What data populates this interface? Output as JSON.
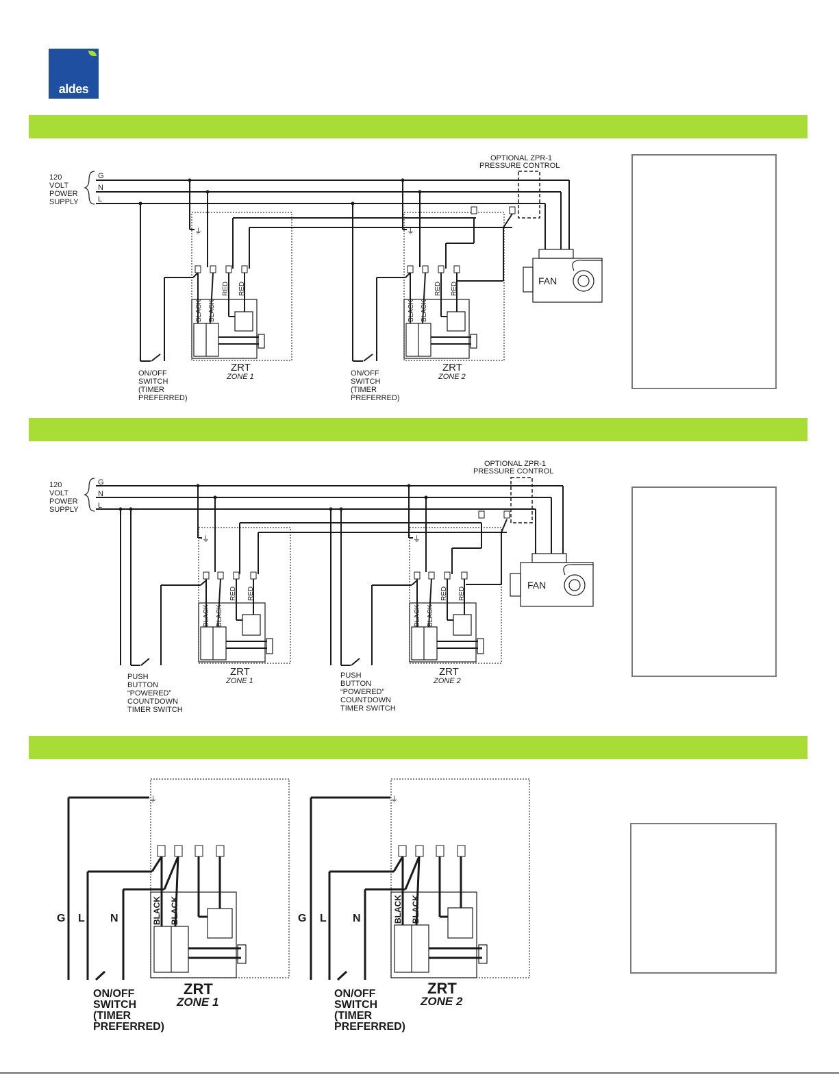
{
  "brand": {
    "logo_text": "aldes"
  },
  "diagram1": {
    "supply_label": [
      "120",
      "VOLT",
      "POWER",
      "SUPPLY"
    ],
    "lines": [
      "G",
      "N",
      "L"
    ],
    "optional_control": [
      "OPTIONAL ZPR-1",
      "PRESSURE CONTROL"
    ],
    "fan_label": "FAN",
    "zones": [
      {
        "title": "ZRT",
        "zone": "ZONE 1",
        "switch": [
          "ON/OFF",
          "SWITCH",
          "(TIMER",
          "PREFERRED)"
        ],
        "wires": [
          "BLACK",
          "BLACK",
          "RED",
          "RED"
        ]
      },
      {
        "title": "ZRT",
        "zone": "ZONE 2",
        "switch": [
          "ON/OFF",
          "SWITCH",
          "(TIMER",
          "PREFERRED)"
        ],
        "wires": [
          "BLACK",
          "BLACK",
          "RED",
          "RED"
        ]
      }
    ]
  },
  "diagram2": {
    "supply_label": [
      "120",
      "VOLT",
      "POWER",
      "SUPPLY"
    ],
    "lines": [
      "G",
      "N",
      "L"
    ],
    "optional_control": [
      "OPTIONAL ZPR-1",
      "PRESSURE CONTROL"
    ],
    "fan_label": "FAN",
    "zones": [
      {
        "title": "ZRT",
        "zone": "ZONE 1",
        "switch": [
          "PUSH",
          "BUTTON",
          "“POWERED”",
          "COUNTDOWN",
          "TIMER SWITCH"
        ],
        "wires": [
          "BLACK",
          "BLACK",
          "RED",
          "RED"
        ]
      },
      {
        "title": "ZRT",
        "zone": "ZONE 2",
        "switch": [
          "PUSH",
          "BUTTON",
          "“POWERED”",
          "COUNTDOWN",
          "TIMER SWITCH"
        ],
        "wires": [
          "BLACK",
          "BLACK",
          "RED",
          "RED"
        ]
      }
    ]
  },
  "diagram3": {
    "zones": [
      {
        "title": "ZRT",
        "zone": "ZONE 1",
        "lines": [
          "G",
          "L",
          "N"
        ],
        "switch": [
          "ON/OFF",
          "SWITCH",
          "(TIMER",
          "PREFERRED)"
        ],
        "wires": [
          "BLACK",
          "BLACK"
        ]
      },
      {
        "title": "ZRT",
        "zone": "ZONE 2",
        "lines": [
          "G",
          "L",
          "N"
        ],
        "switch": [
          "ON/OFF",
          "SWITCH",
          "(TIMER",
          "PREFERRED)"
        ],
        "wires": [
          "BLACK",
          "BLACK"
        ]
      }
    ]
  }
}
